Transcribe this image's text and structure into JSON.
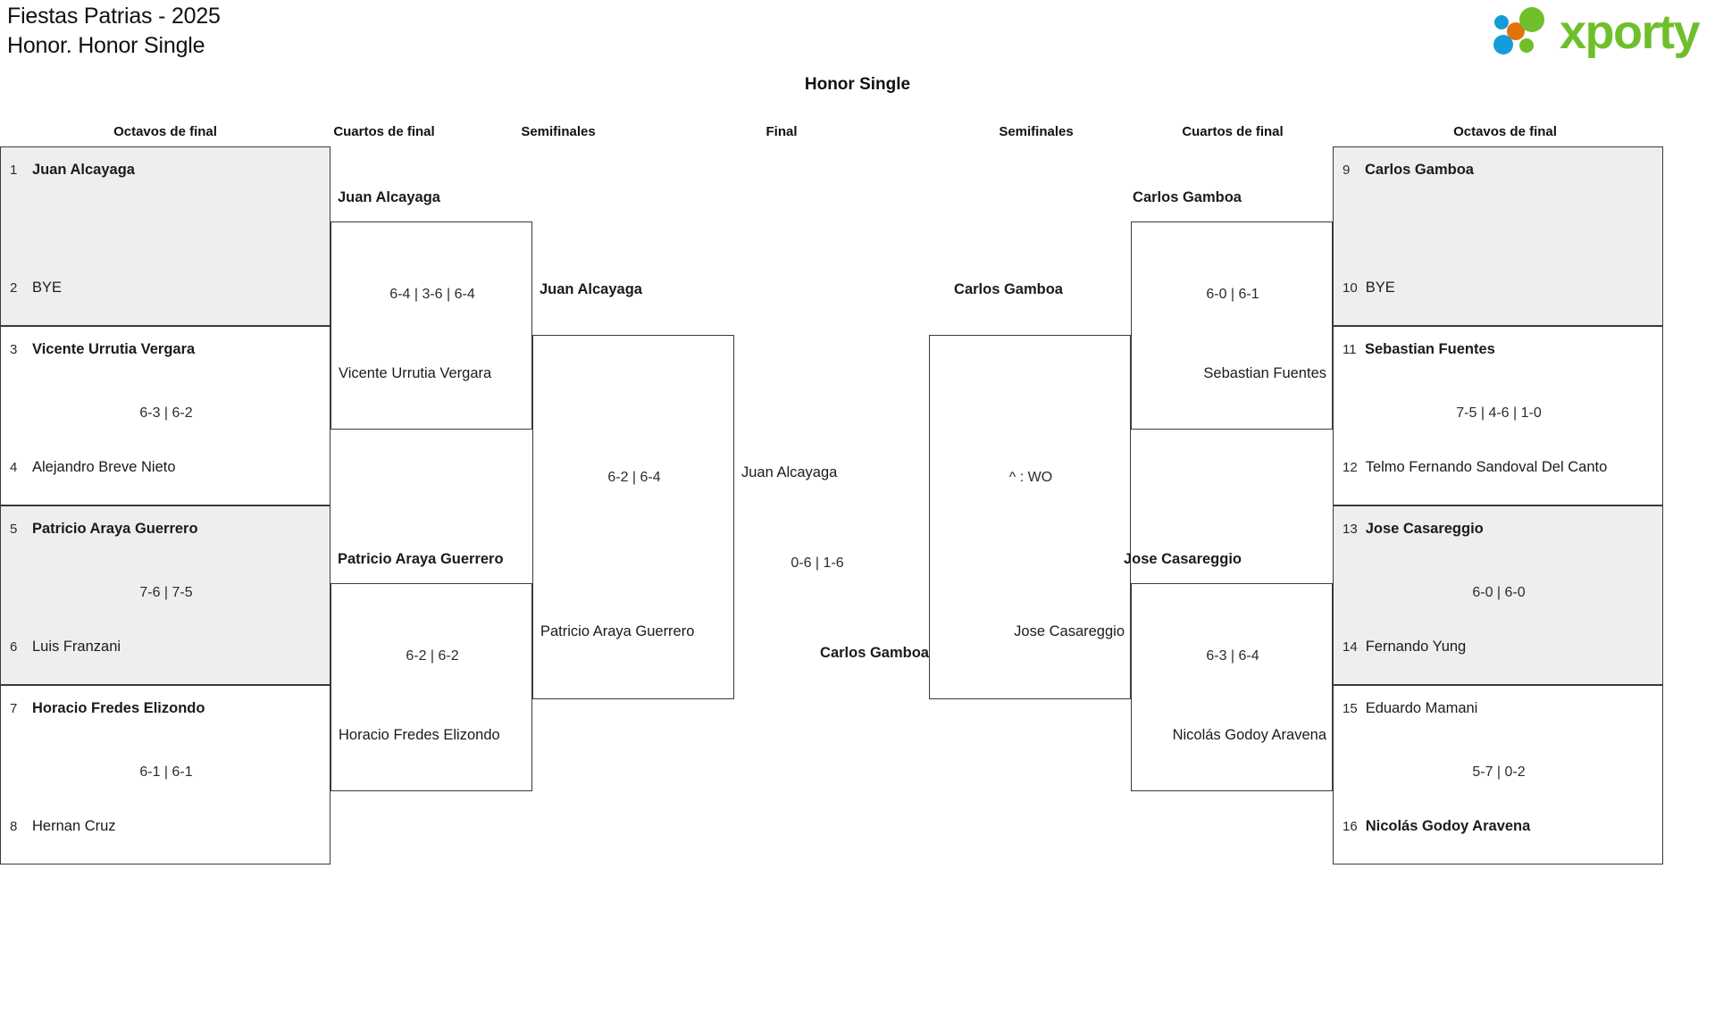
{
  "header": {
    "tournament_title": "Fiestas Patrias - 2025\nHonor. Honor Single",
    "brand_name": "xporty",
    "brand_colors": {
      "green": "#6FBF2B",
      "blue": "#159CD8",
      "orange": "#E2720C"
    }
  },
  "board": {
    "title": "Honor Single"
  },
  "round_headers": {
    "left_r16": "Octavos de final",
    "left_qf": "Cuartos de final",
    "left_sf": "Semifinales",
    "final": "Final",
    "right_sf": "Semifinales",
    "right_qf": "Cuartos de final",
    "right_r16": "Octavos de final"
  },
  "left_r16": [
    {
      "shaded": true,
      "top": {
        "seed": "1",
        "name": "Juan Alcayaga",
        "winner": true
      },
      "bottom": {
        "seed": "2",
        "name": "BYE",
        "winner": false
      },
      "score": ""
    },
    {
      "shaded": false,
      "top": {
        "seed": "3",
        "name": "Vicente Urrutia Vergara",
        "winner": true
      },
      "bottom": {
        "seed": "4",
        "name": "Alejandro Breve Nieto",
        "winner": false
      },
      "score": "6-3 | 6-2"
    },
    {
      "shaded": true,
      "top": {
        "seed": "5",
        "name": "Patricio Araya Guerrero",
        "winner": true
      },
      "bottom": {
        "seed": "6",
        "name": "Luis Franzani",
        "winner": false
      },
      "score": "7-6 | 7-5"
    },
    {
      "shaded": false,
      "top": {
        "seed": "7",
        "name": "Horacio Fredes Elizondo",
        "winner": true
      },
      "bottom": {
        "seed": "8",
        "name": "Hernan Cruz",
        "winner": false
      },
      "score": "6-1 | 6-1"
    }
  ],
  "right_r16": [
    {
      "shaded": true,
      "top": {
        "seed": "9",
        "name": "Carlos Gamboa",
        "winner": true
      },
      "bottom": {
        "seed": "10",
        "name": "BYE",
        "winner": false
      },
      "score": ""
    },
    {
      "shaded": false,
      "top": {
        "seed": "11",
        "name": "Sebastian Fuentes",
        "winner": true
      },
      "bottom": {
        "seed": "12",
        "name": "Telmo Fernando Sandoval Del Canto",
        "winner": false
      },
      "score": "7-5 | 4-6 | 1-0"
    },
    {
      "shaded": true,
      "top": {
        "seed": "13",
        "name": "Jose Casareggio",
        "winner": true
      },
      "bottom": {
        "seed": "14",
        "name": "Fernando Yung",
        "winner": false
      },
      "score": "6-0 | 6-0"
    },
    {
      "shaded": false,
      "top": {
        "seed": "15",
        "name": "Eduardo Mamani",
        "winner": false
      },
      "bottom": {
        "seed": "16",
        "name": "Nicolás Godoy Aravena",
        "winner": true
      },
      "score": "5-7 | 0-2"
    }
  ],
  "left_qf": [
    {
      "winner": "Juan Alcayaga",
      "loser": "Vicente Urrutia Vergara",
      "score": "6-4 | 3-6 | 6-4"
    },
    {
      "winner": "Patricio Araya Guerrero",
      "loser": "Horacio Fredes Elizondo",
      "score": "6-2 | 6-2"
    }
  ],
  "right_qf": [
    {
      "winner": "Carlos Gamboa",
      "loser": "Sebastian Fuentes",
      "score": "6-0 | 6-1"
    },
    {
      "winner": "Jose Casareggio",
      "loser": "Nicolás Godoy Aravena",
      "score": "6-3 | 6-4"
    }
  ],
  "left_sf": {
    "winner": "Juan Alcayaga",
    "loser": "Patricio Araya Guerrero",
    "score": "6-2 | 6-4"
  },
  "right_sf": {
    "winner": "Carlos Gamboa",
    "loser": "Jose Casareggio",
    "score": "^ : WO"
  },
  "final": {
    "runner_up": "Juan Alcayaga",
    "champion": "Carlos Gamboa",
    "score": "0-6 | 1-6"
  }
}
